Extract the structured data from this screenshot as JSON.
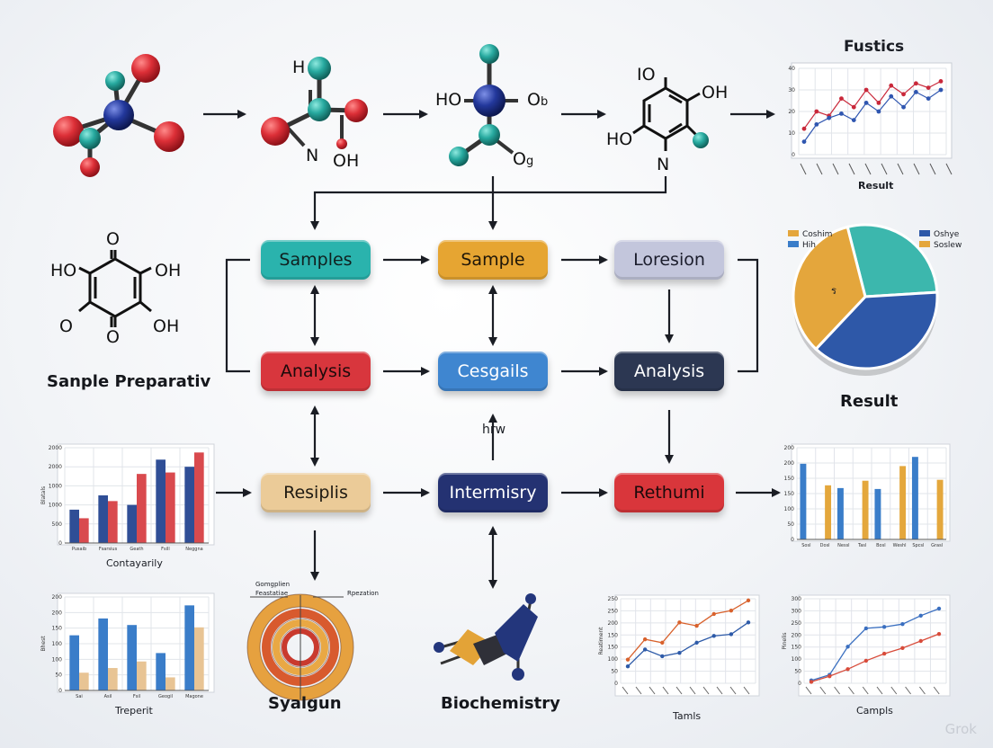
{
  "nodes": {
    "samples": "Samples",
    "sample": "Sample",
    "loresion": "Loresion",
    "analysis_left": "Analysis",
    "cesgails": "Cesgails",
    "analysis_right": "Analysis",
    "resiplis": "Resiplis",
    "intermisry": "Intermisry",
    "rethumi": "Rethumi"
  },
  "node_colors": {
    "samples": "#2ab3ad",
    "sample": "#e6a532",
    "loresion": "#c3c6dc",
    "analysis_left": "#d8363d",
    "cesgails": "#3f86d0",
    "analysis_right": "#2c3752",
    "resiplis": "#ebcb98",
    "intermisry": "#243272",
    "rethumi": "#d9363b"
  },
  "labels": {
    "sample_preparation": "Sanple Preparativ",
    "result_pie": "Result",
    "syalgun": "Syalgun",
    "biochemistry": "Biochemistry",
    "arrow_note": "hrw",
    "watermark": "Grok"
  },
  "molecule_labels": {
    "m2_h": "H",
    "m2_n": "N",
    "m2_oh": "OH",
    "m3_ho": "HO",
    "m3_o_right": "O",
    "m3_o_sub": "b",
    "m3_o_bottom": "O",
    "m3_o_bottom_sub": "g",
    "m4_io": "IO",
    "m4_oh": "OH",
    "m4_ho": "HO",
    "m4_n": "N",
    "ring_ho_left": "HO",
    "ring_oh_right": "OH",
    "ring_o_top": "O",
    "ring_o_left": "O",
    "ring_oh_bottom": "OH",
    "ring_o_bottom": "O"
  },
  "colors": {
    "red": "#d8363d",
    "blue": "#2f5aa8",
    "navy": "#1f2f6e",
    "teal": "#2aaea6",
    "gold": "#e3a63b",
    "tan": "#e8c596",
    "line": "#1a1d24"
  },
  "chart_data": [
    {
      "type": "line",
      "title": "Fustics",
      "xlabel": "Result",
      "y_ticks": [
        "40",
        "30",
        "20",
        "10",
        "0"
      ],
      "ylim": [
        0,
        40
      ],
      "series": [
        {
          "values": [
            12,
            20,
            18,
            26,
            22,
            30,
            24,
            32,
            28,
            33,
            31,
            34
          ]
        },
        {
          "values": [
            6,
            14,
            17,
            19,
            16,
            24,
            20,
            27,
            22,
            29,
            26,
            30
          ]
        }
      ]
    },
    {
      "type": "pie",
      "legend": [
        "Coshim",
        "Hih",
        "Oshye",
        "Soslew"
      ],
      "slices": [
        {
          "label": "Coshim",
          "value": 28,
          "color": "#3cb7ad"
        },
        {
          "label": "Oshye",
          "value": 38,
          "color": "#2e58a8"
        },
        {
          "label": "Soslew",
          "value": 34,
          "color": "#e4a63c"
        }
      ],
      "annotation": "ร"
    },
    {
      "type": "bar",
      "xlabel": "Contayarily",
      "ylabel": "Blatals",
      "y_ticks": [
        "2000",
        "2000",
        "1000",
        "1000",
        "500",
        "0"
      ],
      "ylim": [
        0,
        2000
      ],
      "categories": [
        "Pusaib",
        "Fsarsius",
        "Geath",
        "Fsill",
        "Neggna"
      ],
      "series": [
        {
          "values": [
            700,
            1000,
            800,
            1750,
            1600
          ],
          "color": "#2f4e96"
        },
        {
          "values": [
            520,
            880,
            1450,
            1480,
            1900
          ],
          "color": "#d94a4e"
        }
      ]
    },
    {
      "type": "bar",
      "y_ticks": [
        "200",
        "200",
        "150",
        "150",
        "100",
        "50",
        "0"
      ],
      "ylim": [
        0,
        200
      ],
      "categories": [
        "Sosl",
        "Dosl",
        "Nessl",
        "Tasl",
        "Bosl",
        "Weshl",
        "Spcsl",
        "Grasl"
      ],
      "series": [
        {
          "values": [
            165,
            0,
            112,
            0,
            110,
            0,
            180,
            0
          ],
          "color": "#3a7dc9"
        },
        {
          "values": [
            0,
            118,
            0,
            128,
            0,
            160,
            0,
            130
          ],
          "color": "#e4a73c"
        }
      ]
    },
    {
      "type": "bar",
      "xlabel": "Treperit",
      "ylabel": "Bhest",
      "y_ticks": [
        "200",
        "200",
        "150",
        "100",
        "100",
        "50",
        "0"
      ],
      "ylim": [
        0,
        200
      ],
      "categories": [
        "Sai",
        "Asil",
        "Fsil",
        "Geogil",
        "Magone"
      ],
      "series": [
        {
          "values": [
            118,
            154,
            140,
            80,
            182
          ],
          "color": "#3a7dc9"
        },
        {
          "values": [
            38,
            48,
            62,
            28,
            135
          ],
          "color": "#e8c494"
        }
      ]
    },
    {
      "type": "line",
      "xlabel": "Tamls",
      "ylabel": "Reatiment",
      "y_ticks": [
        "250",
        "250",
        "200",
        "150",
        "150",
        "100",
        "50",
        "0"
      ],
      "ylim": [
        0,
        250
      ],
      "series": [
        {
          "values": [
            70,
            130,
            120,
            180,
            170,
            205,
            215,
            245
          ],
          "color": "#d8612c"
        },
        {
          "values": [
            50,
            100,
            80,
            90,
            120,
            140,
            145,
            180
          ],
          "color": "#2d5aa8"
        }
      ]
    },
    {
      "type": "line",
      "xlabel": "Campls",
      "ylabel": "Pinelis",
      "y_ticks": [
        "300",
        "300",
        "250",
        "200",
        "150",
        "100",
        "50",
        "0"
      ],
      "ylim": [
        0,
        300
      ],
      "series": [
        {
          "values": [
            10,
            30,
            130,
            195,
            200,
            210,
            240,
            265
          ],
          "color": "#3a6fc0"
        },
        {
          "values": [
            5,
            25,
            50,
            80,
            105,
            125,
            150,
            175
          ],
          "color": "#d84b3a"
        }
      ]
    },
    {
      "type": "donut",
      "legend": [
        "Gomgplien",
        "Feastatiae",
        "Rpezation"
      ]
    }
  ]
}
